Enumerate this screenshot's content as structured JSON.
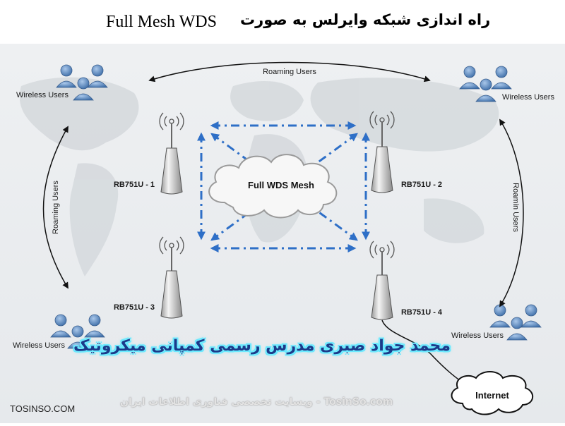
{
  "title": {
    "english": "Full Mesh WDS",
    "persian": "راه اندازی شبکه وایرلس به صورت"
  },
  "diagram": {
    "mesh_label": "Full WDS Mesh",
    "internet_label": "Internet",
    "routers": [
      {
        "label": "RB751U - 1"
      },
      {
        "label": "RB751U - 2"
      },
      {
        "label": "RB751U - 3"
      },
      {
        "label": "RB751U - 4"
      }
    ],
    "user_groups": [
      {
        "label": "Wireless Users"
      },
      {
        "label": "Wireless Users"
      },
      {
        "label": "Wireless Users"
      },
      {
        "label": "Wireless Users"
      }
    ],
    "roaming": {
      "top": "Roaming Users",
      "left": "Roaming Users",
      "right": "Roamin Users"
    }
  },
  "author_caption": "محمد جواد صبری مدرس رسمی کمپانی میکروتیک",
  "site": "TOSINSO.COM",
  "watermark": "TosinSo.com - وبسایت تخصصی فناوری اطلاعات ایران",
  "colors": {
    "mesh_link": "#2e6fc7",
    "user_icon": "#4d7fb8",
    "author_text": "#1b3a8a",
    "author_glow": "#40e8ff"
  }
}
